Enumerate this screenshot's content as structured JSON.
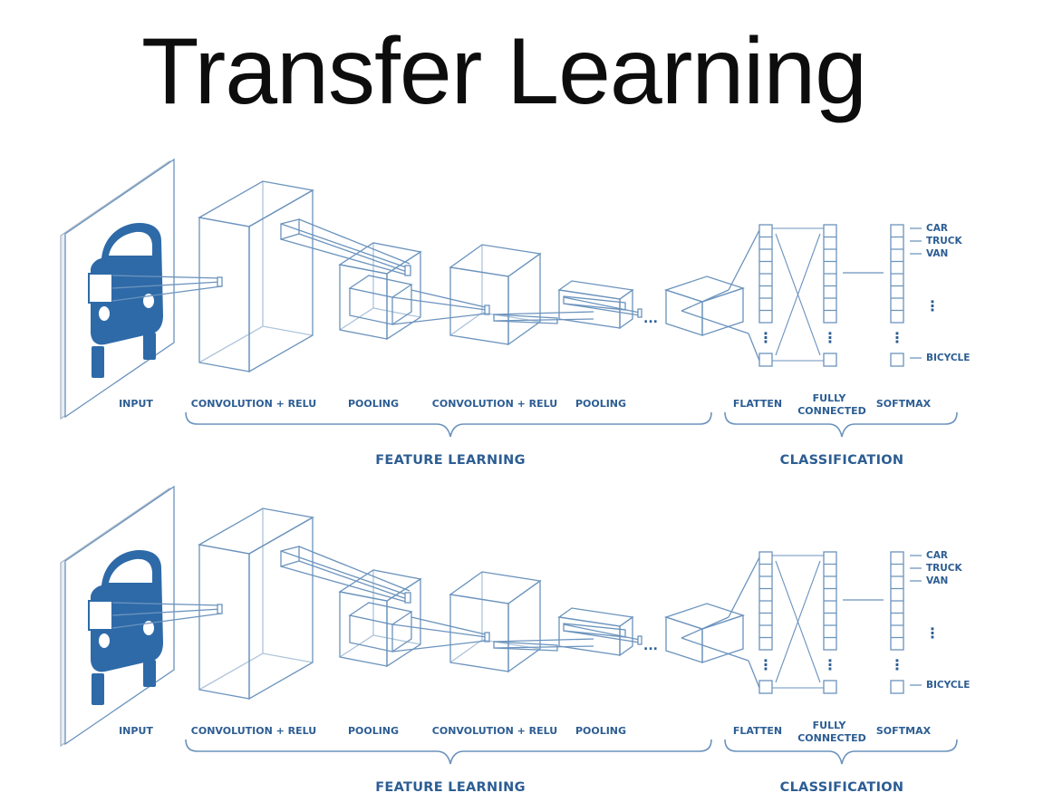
{
  "title": "Transfer Learning",
  "colors": {
    "line": "#6b93bd",
    "fill": "#2e6aa8",
    "text": "#2c5d93"
  },
  "diagrams": [
    {
      "labels": {
        "input": "INPUT",
        "conv1": "CONVOLUTION + RELU",
        "pool1": "POOLING",
        "conv2": "CONVOLUTION + RELU",
        "pool2": "POOLING",
        "flatten": "FLATTEN",
        "fc_line1": "FULLY",
        "fc_line2": "CONNECTED",
        "softmax": "SOFTMAX",
        "feature_learning": "FEATURE LEARNING",
        "classification": "CLASSIFICATION",
        "ellipsis": "...",
        "vdots": "⋮"
      },
      "classes": [
        "CAR",
        "TRUCK",
        "VAN",
        "BICYCLE"
      ]
    },
    {
      "labels": {
        "input": "INPUT",
        "conv1": "CONVOLUTION + RELU",
        "pool1": "POOLING",
        "conv2": "CONVOLUTION + RELU",
        "pool2": "POOLING",
        "flatten": "FLATTEN",
        "fc_line1": "FULLY",
        "fc_line2": "CONNECTED",
        "softmax": "SOFTMAX",
        "feature_learning": "FEATURE LEARNING",
        "classification": "CLASSIFICATION",
        "ellipsis": "...",
        "vdots": "⋮"
      },
      "classes": [
        "CAR",
        "TRUCK",
        "VAN",
        "BICYCLE"
      ]
    }
  ]
}
